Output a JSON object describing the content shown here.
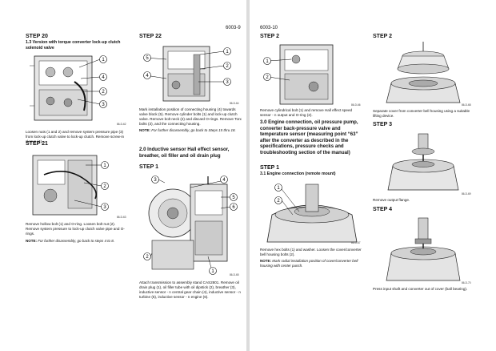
{
  "left_page": {
    "page_number": "6003-9",
    "col1": {
      "step20": {
        "title": "STEP 20",
        "subtitle": "1.3 Version with torque converter lock-up clutch solenoid valve",
        "fig_code": "86-D-62",
        "callouts": [
          "1",
          "4",
          "2",
          "3"
        ],
        "caption": "Loosen nuts (1 and 2) and remove system pressure pipe (3) from lock-up clutch valve to lock-up clutch. Remove screw-in sleeve (4)."
      },
      "step21": {
        "title": "STEP 21",
        "fig_code": "86-D-63",
        "callouts": [
          "1",
          "2",
          "3"
        ],
        "caption": "Remove hollow bolt (1) and O-ring. Loosen bolt nut (2). Remove system pressure to lock-up clutch valve pipe and O-rings.",
        "note_label": "NOTE:",
        "note_text": "For further disassembly, go back to steps 4 to 8."
      }
    },
    "col2": {
      "step22": {
        "title": "STEP 22",
        "fig_code": "86-D-64",
        "callouts": [
          "1",
          "2",
          "3",
          "4",
          "5"
        ],
        "caption": "Mark installation position of connecting housing (4) towards valve block (5). Remove cylinder bolts (1) and lock-up clutch valve. Remove bolt neck (2) and discard O-rings. Remove Torx bolts (3), and the connecting housing.",
        "note_label": "NOTE:",
        "note_text": "For further disassembly, go back to Steps 15 thru 18."
      },
      "section_heading": "2.0 Inductive sensor Hall effect sensor, breather, oil filler and oil drain plug",
      "step1": {
        "title": "STEP 1",
        "fig_code": "86-D-65",
        "callouts": [
          "1",
          "2",
          "3",
          "4",
          "5",
          "6"
        ],
        "caption": "Attach transmission to assembly stand CAS2801. Remove oil drain plug (1), oil filler tube with oil dipstick (2), breather (3), inductive sensor - n central gear chain (4), inductive sensor - n turbine (5), inductive sensor - n engine (6)."
      }
    }
  },
  "right_page": {
    "page_number": "6003-10",
    "col1": {
      "step2": {
        "title": "STEP 2",
        "fig_code": "86-D-66",
        "callouts": [
          "1",
          "2"
        ],
        "caption": "Remove cylindrical bolt (1) and remove Hall effect speed sensor - n output and O-ring (2)."
      },
      "section_heading": "3.0 Engine connection, oil pressure pump, converter back-pressure valve and temperature sensor (measuring point “63” after the converter as described in the specifications, pressure checks and troubleshooting section of the manual)",
      "step1": {
        "title": "STEP 1",
        "subtitle": "3.1 Engine connection (remote mount)",
        "fig_code": "86-D-67",
        "callouts": [
          "1",
          "2"
        ],
        "caption": "Remove hex bolts (1) and washer. Loosen the cover/converter bell housing bolts (2).",
        "note_label": "NOTE:",
        "note_text": "Mark radial installation position of cover/converter bell housing with center punch."
      }
    },
    "col2": {
      "step2": {
        "title": "STEP 2",
        "fig_code": "86-D-68",
        "caption": "Separate cover from converter bell housing using a suitable lifting device."
      },
      "step3": {
        "title": "STEP 3",
        "fig_code": "86-D-69",
        "caption": "Remove output flange."
      },
      "step4": {
        "title": "STEP 4",
        "fig_code": "86-D-70",
        "caption": "Press input shaft and converter out of cover (ball bearing)."
      }
    }
  }
}
